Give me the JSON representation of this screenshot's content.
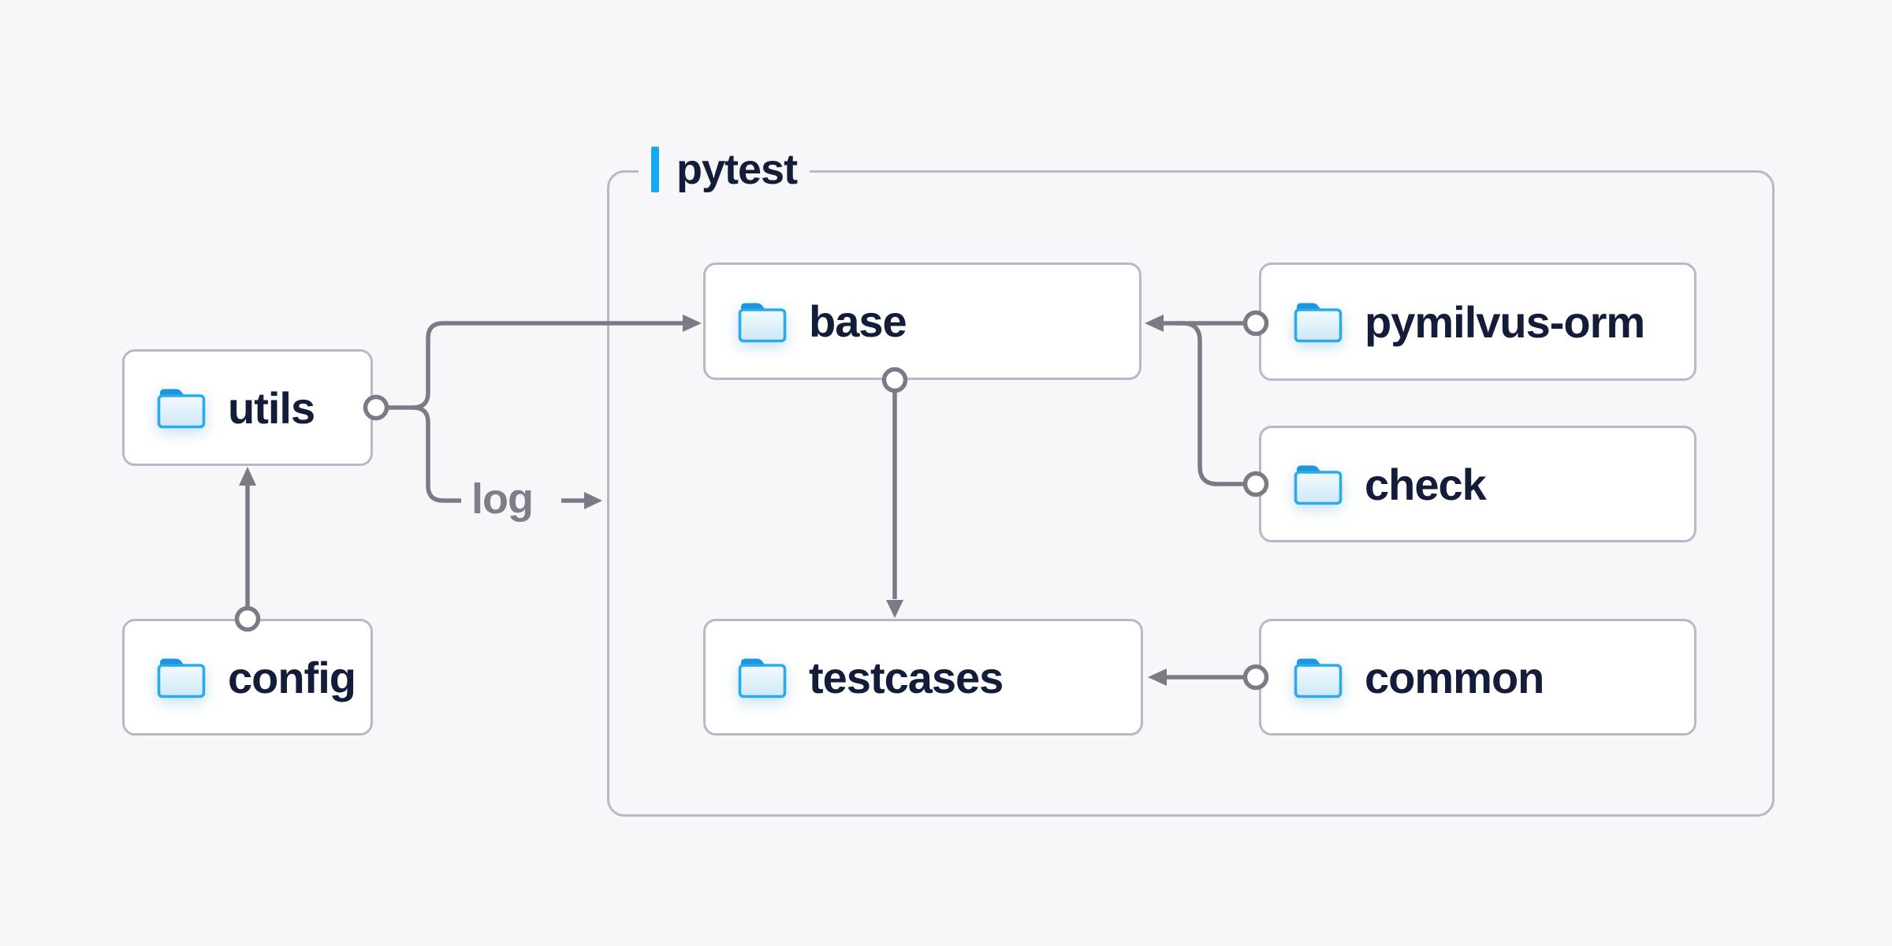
{
  "diagram": {
    "group": {
      "label": "pytest"
    },
    "nodes": {
      "utils": {
        "label": "utils",
        "icon": "folder-icon"
      },
      "config": {
        "label": "config",
        "icon": "folder-icon"
      },
      "base": {
        "label": "base",
        "icon": "folder-icon"
      },
      "pymilvus": {
        "label": "pymilvus-orm",
        "icon": "folder-icon"
      },
      "check": {
        "label": "check",
        "icon": "folder-icon"
      },
      "testcases": {
        "label": "testcases",
        "icon": "folder-icon"
      },
      "common": {
        "label": "common",
        "icon": "folder-icon"
      }
    },
    "edges": [
      {
        "from": "config",
        "to": "utils",
        "label": ""
      },
      {
        "from": "utils",
        "to": "base",
        "label": ""
      },
      {
        "from": "utils",
        "to": "pytest-group",
        "label": "log"
      },
      {
        "from": "pymilvus-orm",
        "to": "base",
        "label": ""
      },
      {
        "from": "check",
        "to": "base",
        "label": ""
      },
      {
        "from": "base",
        "to": "testcases",
        "label": ""
      },
      {
        "from": "common",
        "to": "testcases",
        "label": ""
      }
    ],
    "colors": {
      "background": "#f7f7f9",
      "box_fill": "#ffffff",
      "box_border": "#b8b8c6",
      "connector_gray": "#7b7b88",
      "text_navy": "#131d3a",
      "edge_label_gray": "#7e7e8b",
      "accent_blue": "#12a9f1",
      "folder_blue": "#2baaec"
    }
  }
}
